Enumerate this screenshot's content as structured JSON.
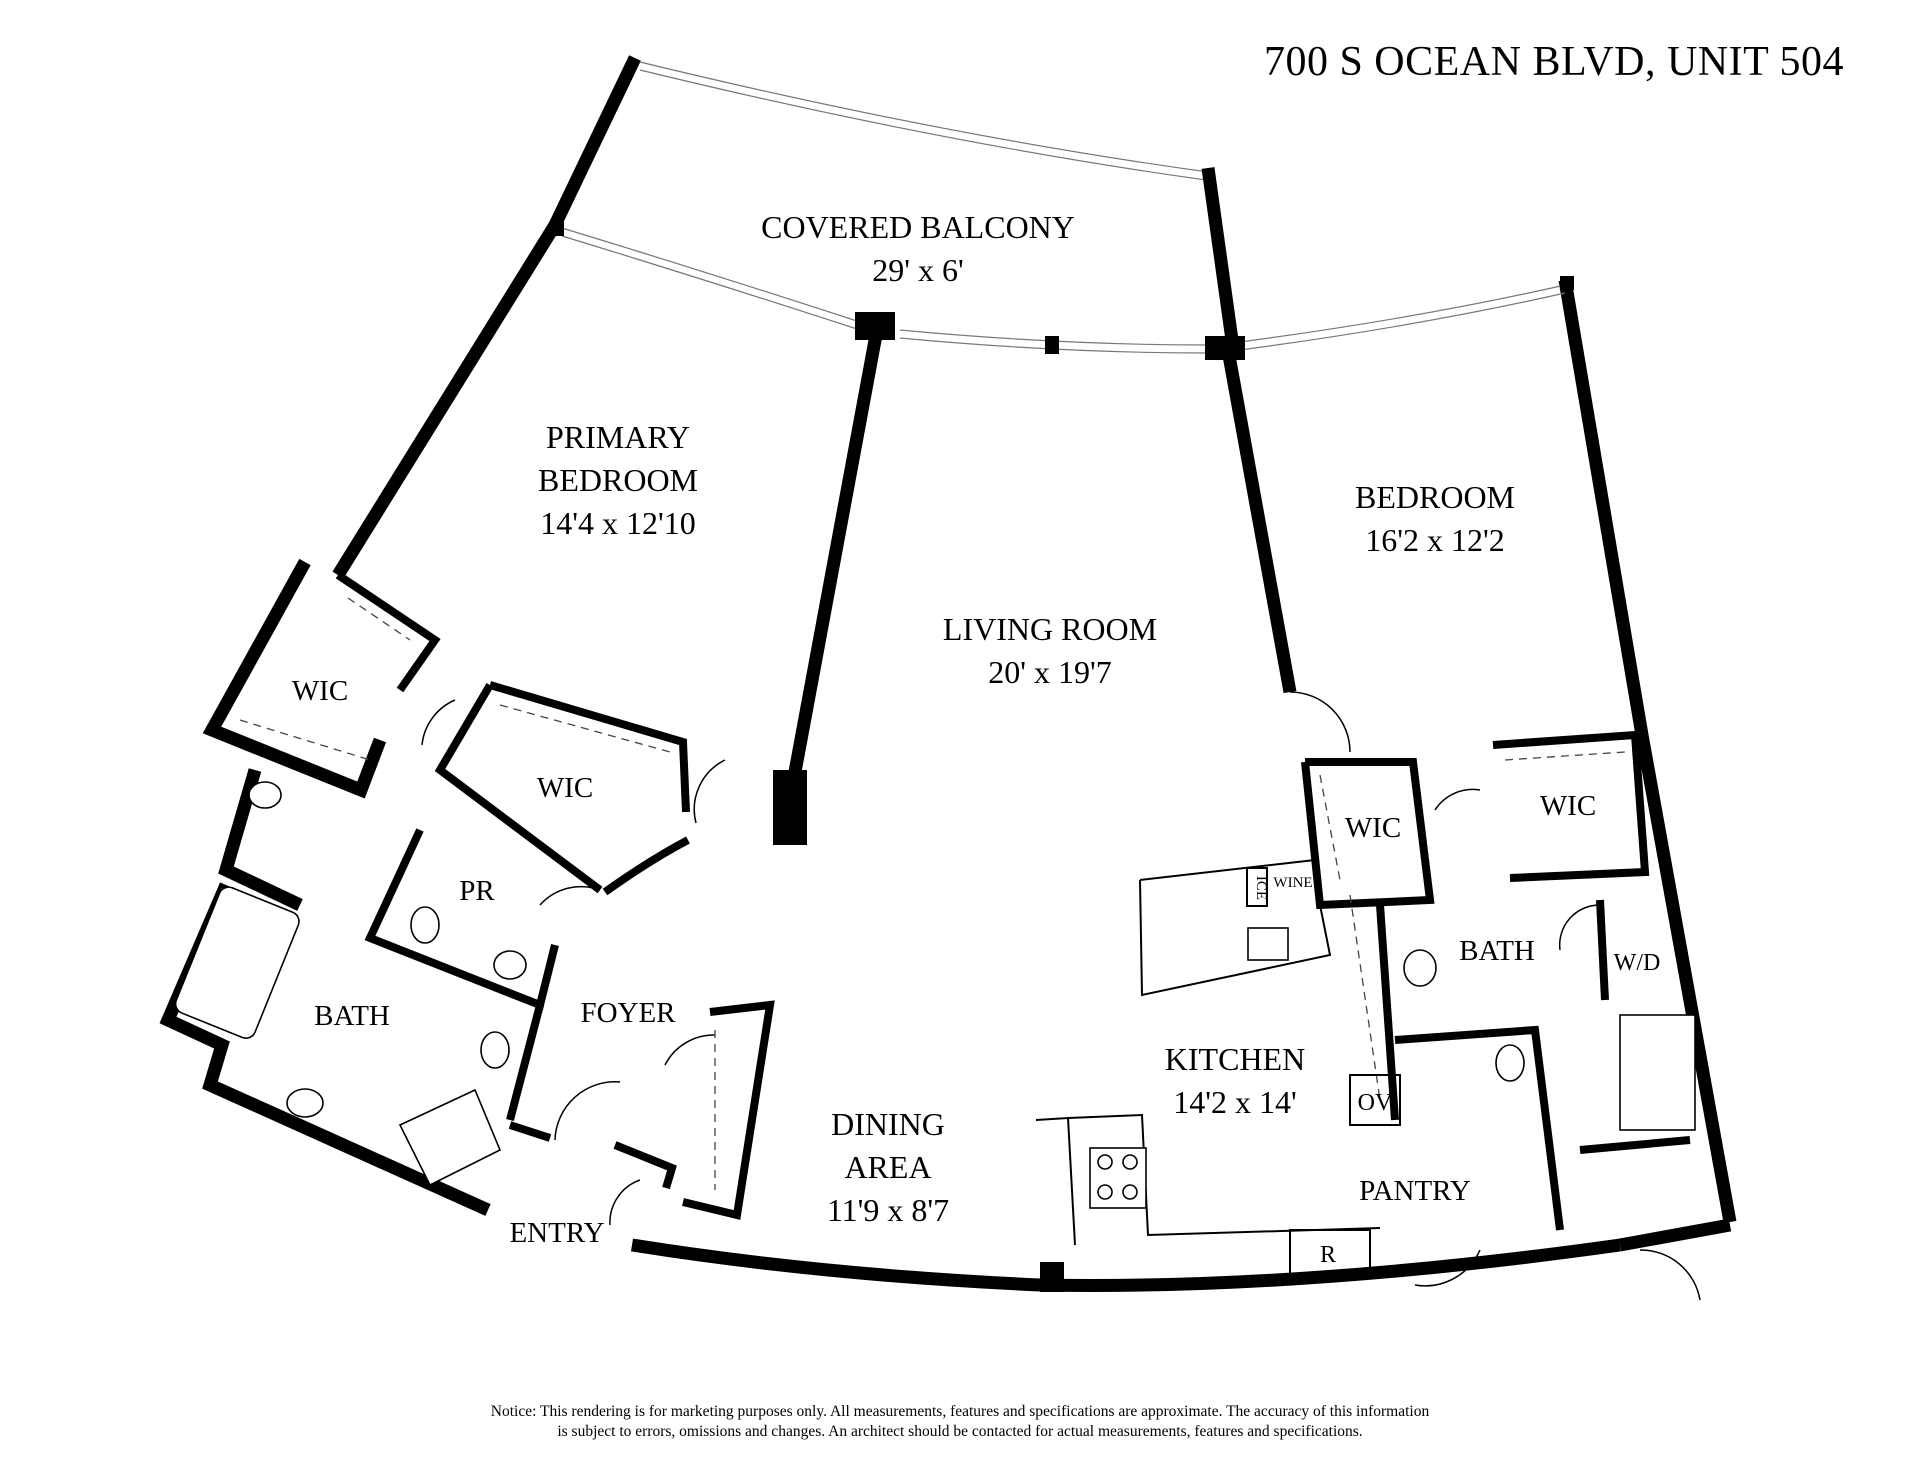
{
  "title": "700 S OCEAN BLVD, UNIT 504",
  "rooms": {
    "balcony": {
      "name": "COVERED BALCONY",
      "size": "29' x 6'"
    },
    "primary_bedroom": {
      "name_line1": "PRIMARY",
      "name_line2": "BEDROOM",
      "size": "14'4 x 12'10"
    },
    "living_room": {
      "name": "LIVING ROOM",
      "size": "20' x 19'7"
    },
    "bedroom": {
      "name": "BEDROOM",
      "size": "16'2 x 12'2"
    },
    "wic_primary_1": "WIC",
    "wic_primary_2": "WIC",
    "wic_bed_1": "WIC",
    "wic_bed_2": "WIC",
    "powder_room": "PR",
    "bath_primary": "BATH",
    "bath_bedroom": "BATH",
    "foyer": "FOYER",
    "entry": "ENTRY",
    "dining": {
      "name_line1": "DINING",
      "name_line2": "AREA",
      "size": "11'9 x 8'7"
    },
    "kitchen": {
      "name": "KITCHEN",
      "size": "14'2 x 14'"
    },
    "pantry": "PANTRY",
    "washer_dryer": "W/D",
    "oven": "OV",
    "refrigerator": "R",
    "ice": "ICE",
    "wine": "WINE"
  },
  "notice": {
    "line1": "Notice: This rendering is for marketing purposes only. All measurements, features and specifications are approximate. The accuracy of this information",
    "line2": "is subject to errors, omissions and changes. An architect should be contacted for actual measurements, features and specifications."
  }
}
